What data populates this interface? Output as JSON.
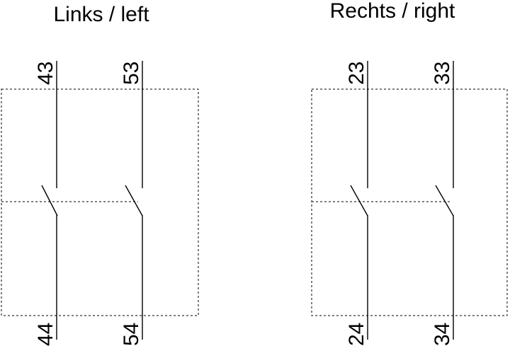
{
  "diagram": {
    "blocks": [
      {
        "title": "Links / left",
        "contacts": [
          {
            "top": "43",
            "bottom": "44"
          },
          {
            "top": "53",
            "bottom": "54"
          }
        ]
      },
      {
        "title": "Rechts / right",
        "contacts": [
          {
            "top": "23",
            "bottom": "24"
          },
          {
            "top": "33",
            "bottom": "34"
          }
        ]
      }
    ]
  }
}
